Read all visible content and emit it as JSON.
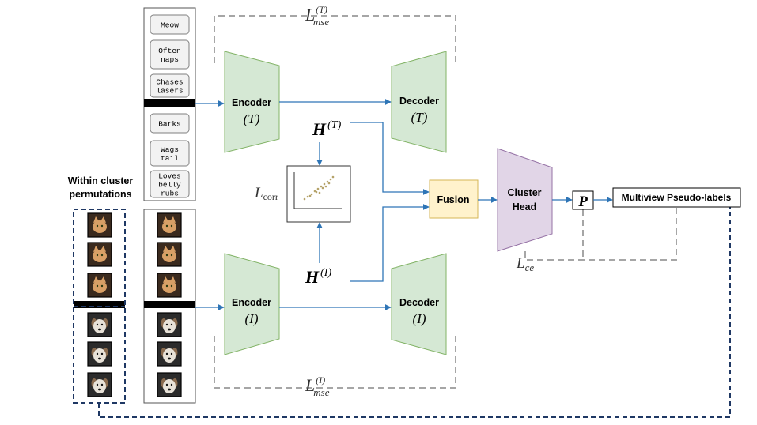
{
  "text_inputs": {
    "cat": [
      "Meow",
      "Often naps",
      "Chases lasers"
    ],
    "dog": [
      "Barks",
      "Wags tail",
      "Loves belly rubs"
    ]
  },
  "permutations_label": [
    "Within cluster",
    "permutations"
  ],
  "encoder_text": {
    "label": "Encoder",
    "modality": "(T)"
  },
  "decoder_text": {
    "label": "Decoder",
    "modality": "(T)"
  },
  "encoder_image": {
    "label": "Encoder",
    "modality": "(I)"
  },
  "decoder_image": {
    "label": "Decoder",
    "modality": "(I)"
  },
  "h_text": {
    "base": "H",
    "sup": "(T)"
  },
  "h_image": {
    "base": "H",
    "sup": "(I)"
  },
  "loss_mse_text": {
    "base": "L",
    "sup": "(T)",
    "sub": "mse"
  },
  "loss_mse_image": {
    "base": "L",
    "sup": "(I)",
    "sub": "mse"
  },
  "loss_corr": {
    "base": "L",
    "sub": "corr"
  },
  "loss_ce": {
    "base": "L",
    "sub": "ce"
  },
  "fusion": "Fusion",
  "cluster_head": [
    "Cluster",
    "Head"
  ],
  "p_symbol": "P",
  "pseudo_labels": "Multiview Pseudo-labels",
  "images": {
    "permuted": [
      "cat",
      "cat",
      "cat",
      "dog",
      "dog",
      "dog"
    ],
    "original": [
      "cat",
      "cat",
      "cat",
      "dog",
      "dog",
      "dog"
    ]
  },
  "colors": {
    "encoder_fill": "#d5e8d4",
    "encoder_stroke": "#82b366",
    "cluster_fill": "#e1d5e7",
    "cluster_stroke": "#9673a6",
    "fusion_fill": "#fff2cc",
    "fusion_stroke": "#d6b656",
    "arrow": "#2e75b6",
    "dashed_navy": "#1f3864",
    "dashed_gray": "#a6a6a6"
  }
}
